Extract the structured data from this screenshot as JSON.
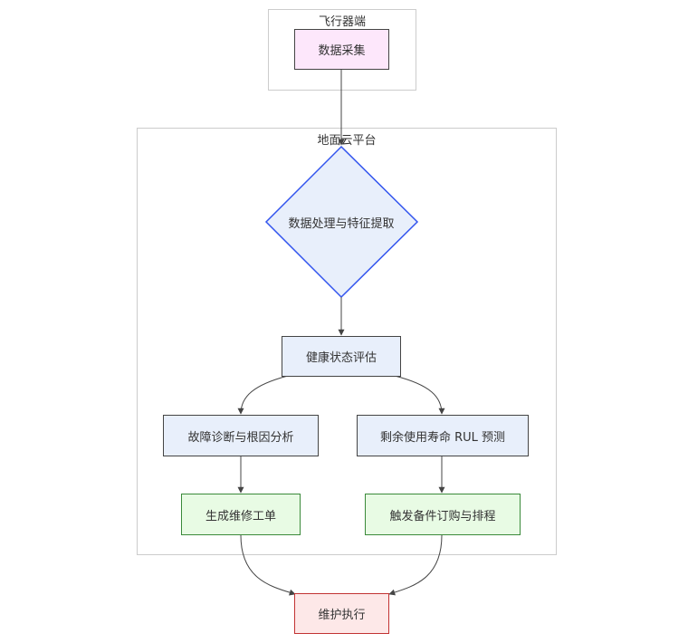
{
  "clusters": {
    "aircraft": {
      "label": "飞行器端"
    },
    "ground": {
      "label": "地面云平台"
    }
  },
  "nodes": {
    "data_collection": "数据采集",
    "processing": "数据处理与特征提取",
    "health": "健康状态评估",
    "diagnosis": "故障诊断与根因分析",
    "rul": "剩余使用寿命 RUL 预测",
    "work_order": "生成维修工单",
    "spares": "触发备件订购与排程",
    "execute": "维护执行"
  },
  "colors": {
    "purple_fill": "#fde7fb",
    "blue_fill": "#e8effb",
    "diamond_stroke": "#3355ee",
    "green_fill": "#e8fbe4",
    "green_stroke": "#3a8a3a",
    "red_fill": "#fde8e8",
    "red_stroke": "#c23333",
    "edge": "#444444"
  }
}
